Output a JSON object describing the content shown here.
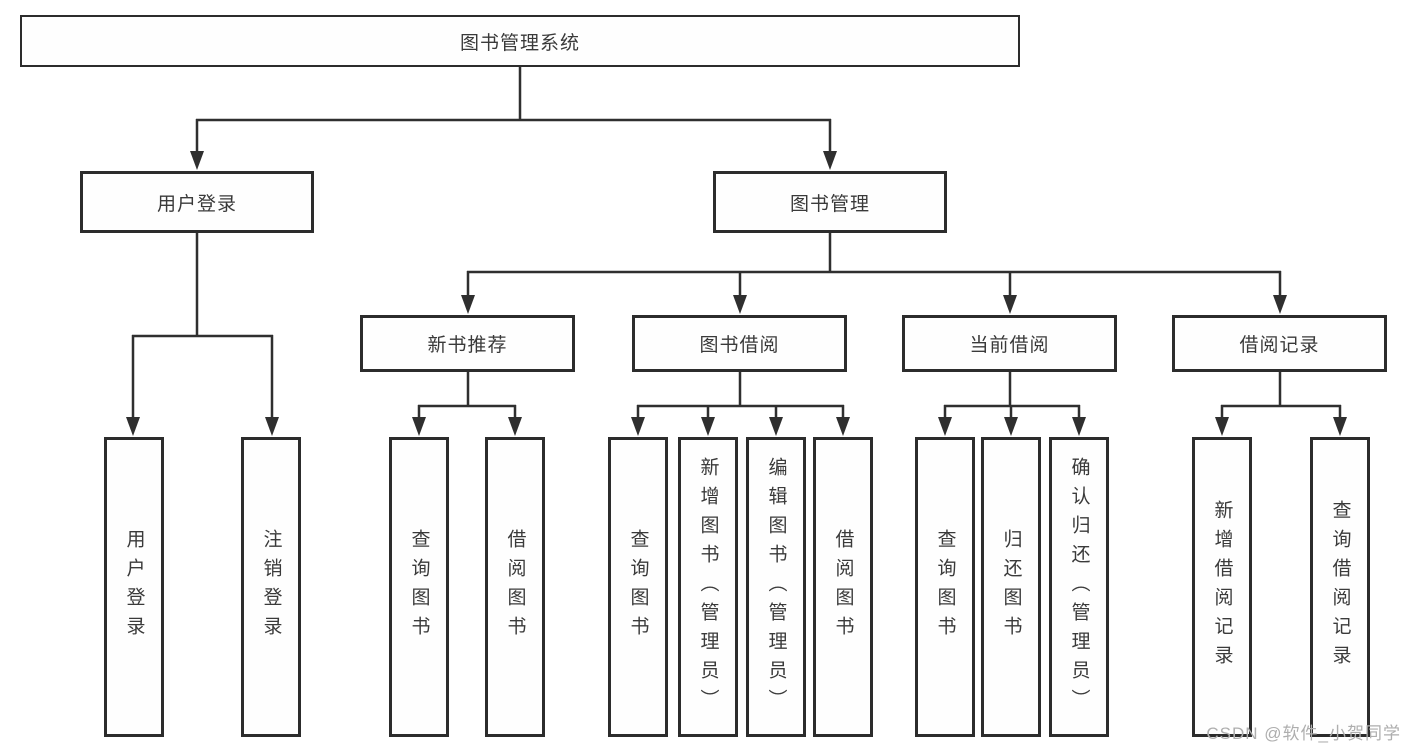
{
  "diagram": {
    "title": "图书管理系统",
    "branches": [
      {
        "label": "用户登录",
        "children": [
          {
            "label": "用户登录"
          },
          {
            "label": "注销登录"
          }
        ]
      },
      {
        "label": "图书管理",
        "children": [
          {
            "label": "新书推荐",
            "children": [
              {
                "label": "查询图书"
              },
              {
                "label": "借阅图书"
              }
            ]
          },
          {
            "label": "图书借阅",
            "children": [
              {
                "label": "查询图书"
              },
              {
                "label": "新增图书（管理员）"
              },
              {
                "label": "编辑图书（管理员）"
              },
              {
                "label": "借阅图书"
              }
            ]
          },
          {
            "label": "当前借阅",
            "children": [
              {
                "label": "查询图书"
              },
              {
                "label": "归还图书"
              },
              {
                "label": "确认归还（管理员）"
              }
            ]
          },
          {
            "label": "借阅记录",
            "children": [
              {
                "label": "新增借阅记录"
              },
              {
                "label": "查询借阅记录"
              }
            ]
          }
        ]
      }
    ]
  },
  "watermark": {
    "text": "CSDN @软件_小贺同学"
  },
  "colors": {
    "line": "#2f2f2f",
    "box_border": "#2c2c2c",
    "text": "#3a3a3a",
    "watermark": "#aeaeae",
    "background": "#ffffff"
  }
}
